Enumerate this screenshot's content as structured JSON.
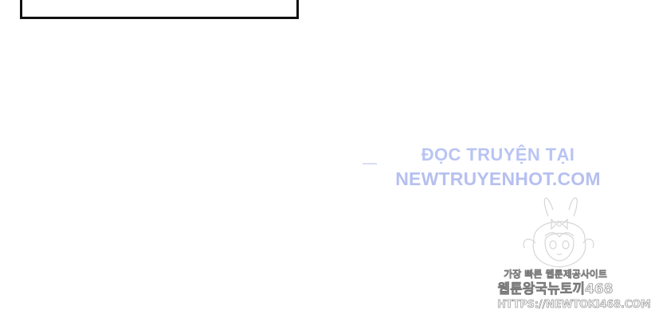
{
  "watermark_site": {
    "line1": "ĐỌC TRUYỆN TẠI",
    "line2": "NEWTRUYENHOT.COM",
    "color": "#b7c2f2"
  },
  "watermark_korean": {
    "line1": "가장 빠른 웹툰제공사이트",
    "line2": "웹툰왕국뉴토끼468",
    "line3": "HTTPS://NEWTOKI468.COM",
    "mascot_icon": "bunny-girl-mascot-icon"
  },
  "colors": {
    "background": "#ffffff",
    "panel_border": "#111111"
  }
}
